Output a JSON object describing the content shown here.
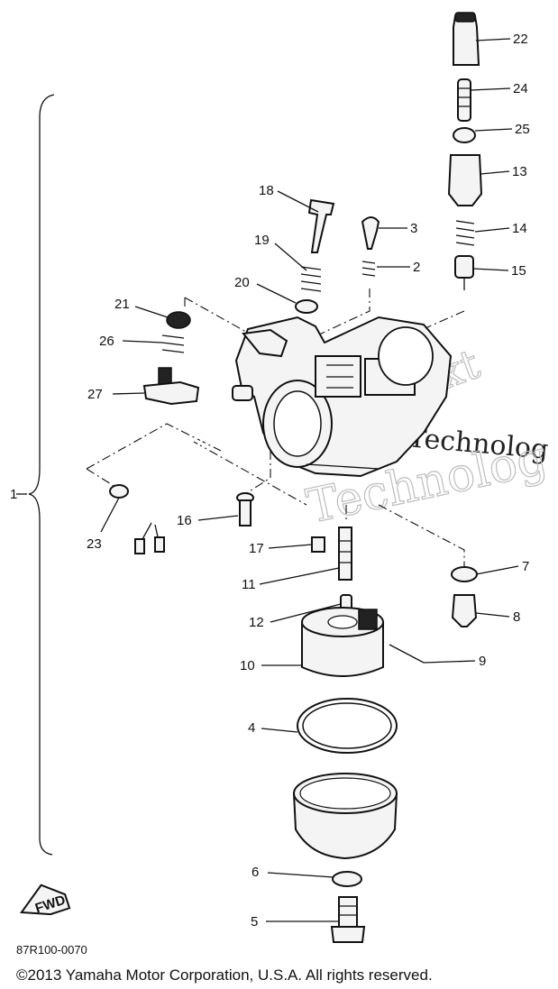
{
  "diagram": {
    "reference_code": "87R100-0070",
    "copyright": "©2013 Yamaha Motor Corporation, U.S.A. All rights reserved.",
    "watermark_lines": [
      "Next",
      "Next Technolog",
      "Technolog"
    ],
    "fwd_label": "FWD",
    "callouts": [
      "1",
      "2",
      "3",
      "4",
      "5",
      "6",
      "7",
      "8",
      "9",
      "10",
      "11",
      "12",
      "13",
      "14",
      "15",
      "16",
      "17",
      "18",
      "19",
      "20",
      "21",
      "22",
      "23",
      "24",
      "25",
      "26",
      "27"
    ]
  }
}
